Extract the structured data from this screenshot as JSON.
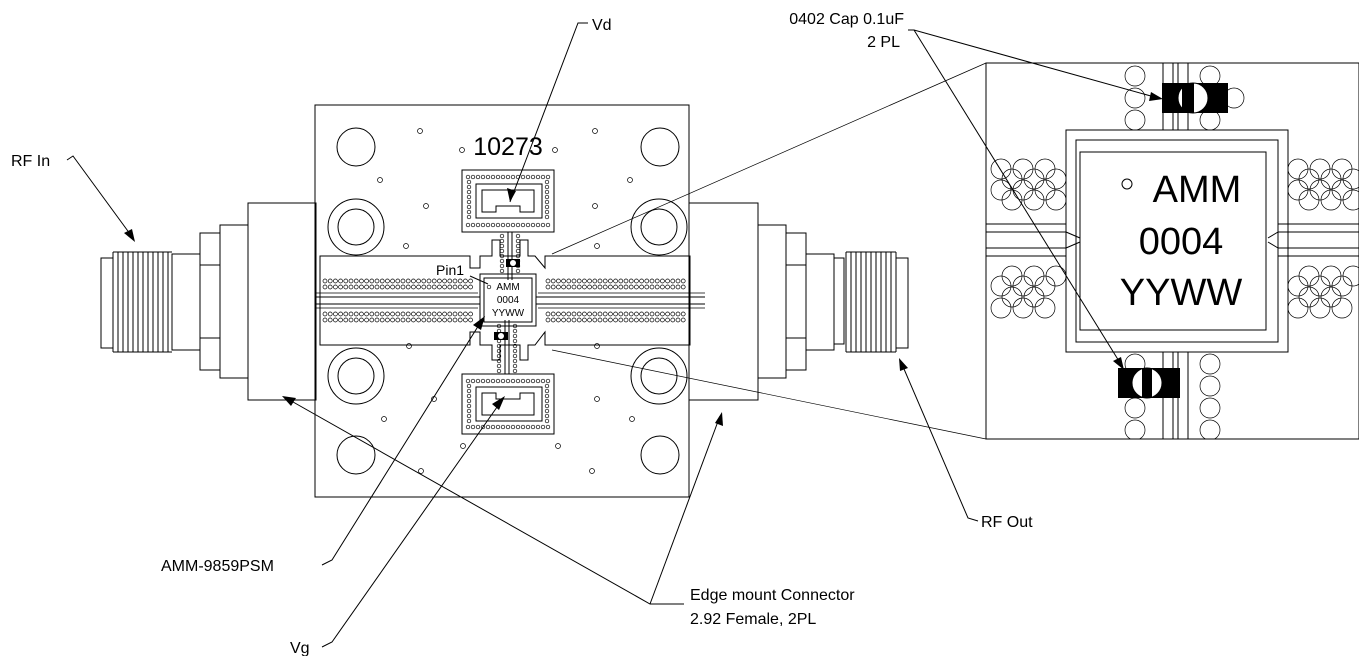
{
  "labels": {
    "vd": "Vd",
    "cap_line1": "0402 Cap 0.1uF",
    "cap_line2": "2 PL",
    "rf_in": "RF In",
    "rf_out": "RF Out",
    "board_id": "10273",
    "pin1": "Pin1",
    "part_number": "AMM-9859PSM",
    "vg": "Vg",
    "connector_line1": "Edge mount Connector",
    "connector_line2": "2.92 Female, 2PL"
  },
  "chip_marking": {
    "line1": "AMM",
    "line2": "0004",
    "line3": "YYWW"
  },
  "colors": {
    "line": "#000000",
    "background": "#ffffff",
    "capacitor": "#000000"
  }
}
